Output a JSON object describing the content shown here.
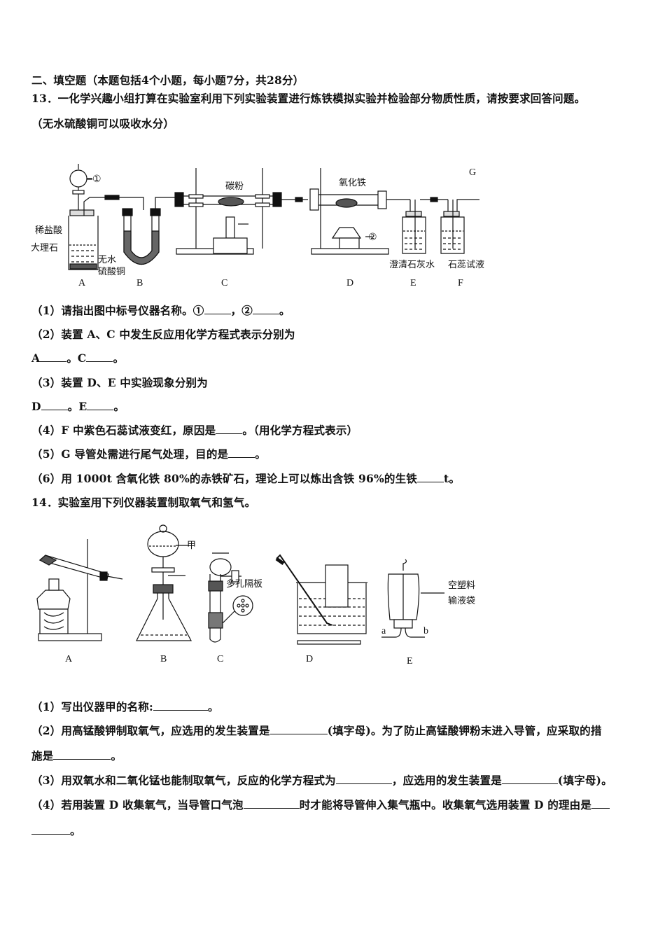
{
  "section": {
    "heading": "二、填空题（本题包括4个小题，每小题7分，共28分）"
  },
  "q13": {
    "stem": "13．一化学兴趣小组打算在实验室利用下列实验装置进行炼铁模拟实验并检验部分物质性质，请按要求回答问题。",
    "note": "（无水硫酸铜可以吸收水分）",
    "figure": {
      "labels": {
        "marker1": "①",
        "marker2": "②",
        "dilute_hcl": "稀盐酸",
        "marble": "大理石",
        "anhydrous_cuso4_1": "无水",
        "anhydrous_cuso4_2": "硫酸铜",
        "carbon_powder": "碳粉",
        "iron_oxide": "氧化铁",
        "limewater": "澄清石灰水",
        "litmus": "石蕊试液",
        "g": "G"
      },
      "apparatus": [
        "A",
        "B",
        "C",
        "D",
        "E",
        "F"
      ]
    },
    "parts": [
      {
        "pre": "（1）请指出图中标号仪器名称。①",
        "mid": "，②",
        "post": "。"
      },
      {
        "text": "（2）装置 A、C 中发生反应用化学方程式表示分别为"
      },
      {
        "a": "A",
        "sep": "。C",
        "post": "。"
      },
      {
        "text": "（3）装置 D、E 中实验现象分别为"
      },
      {
        "a": "D",
        "sep": "。E",
        "post": "。"
      },
      {
        "pre": "（4）F 中紫色石蕊试液变红，原因是",
        "post": "。（用化学方程式表示）"
      },
      {
        "pre": "（5）G 导管处需进行尾气处理，目的是",
        "post": "。"
      },
      {
        "pre": "（6）用 1000t 含氧化铁 80%的赤铁矿石，理论上可以炼出含铁 96%的生铁",
        "post": "t。"
      }
    ]
  },
  "q14": {
    "stem": "14．实验室用下列仪器装置制取氧气和氢气。",
    "figure": {
      "labels": {
        "jia": "甲",
        "porous_plate": "多孔隔板",
        "bag_1": "空塑料",
        "bag_2": "输液袋",
        "port_a": "a",
        "port_b": "b"
      },
      "apparatus": [
        "A",
        "B",
        "C",
        "D",
        "E"
      ]
    },
    "parts": [
      {
        "pre": "（1）写出仪器甲的名称:",
        "post": "。"
      },
      {
        "pre": "（2）用高锰酸钾制取氧气，应选用的发生装置是",
        "post": "(填字母)。为了防止高锰酸钾粉末进入导管，应采取的措"
      },
      {
        "pre": "施是",
        "post": "。"
      },
      {
        "pre": "（3）用双氧水和二氧化锰也能制取氧气，反应的化学方程式为",
        "mid": "，应选用的发生装置是",
        "post": "(填字母)。"
      },
      {
        "pre": "（4）若用装置 D 收集氧气，当导管口气泡",
        "mid": "时才能将导管伸入集气瓶中。收集氧气选用装置 D 的理由是",
        "post": ""
      },
      {
        "post": "。"
      }
    ]
  }
}
